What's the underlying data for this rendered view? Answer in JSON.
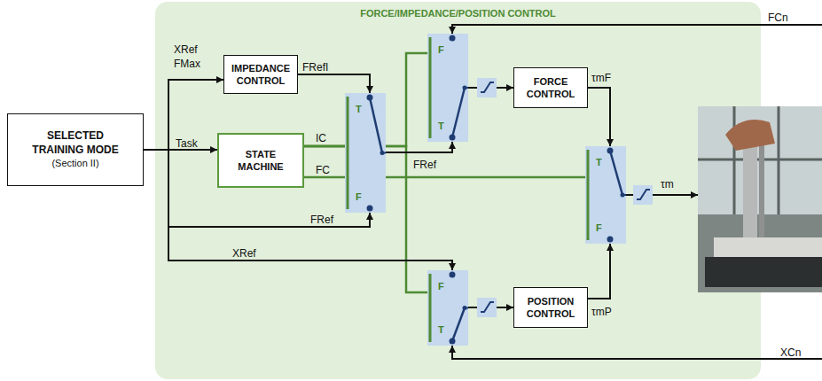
{
  "diagram": {
    "nodes": [
      {
        "text": [
          "FORCE/IMPEDANCE/POSITION CONTROL"
        ]
      },
      {
        "text": [
          "SELECTED TRAINING MODE",
          "(Section II)"
        ]
      },
      {
        "text": [
          "IMPEDANCE CONTROL"
        ],
        "in": 0
      },
      {
        "text": [
          "STATE MACHINE"
        ],
        "in": 0
      },
      {
        "text": [
          "FORCE CONTROL"
        ],
        "in": 0
      },
      {
        "text": [
          "POSITION CONTROL"
        ],
        "in": 0
      },
      {
        "text": [
          "T",
          "F"
        ],
        "in": 0
      },
      {
        "text": [
          "F",
          "T"
        ],
        "in": 0
      },
      {
        "text": [
          "T",
          "F"
        ],
        "in": 0
      },
      {
        "text": [
          "F",
          "T"
        ],
        "in": 0
      }
    ],
    "edges": [
      {
        "from": 1,
        "to": 2,
        "arrow": "to"
      },
      {
        "from": 1,
        "to": 3,
        "label": "Task",
        "arrow": "to"
      },
      {
        "from": 2,
        "to": 6,
        "label": "FRefI",
        "arrow": "to"
      },
      {
        "from": 1,
        "to": 6,
        "label": "FRef",
        "arrow": "to"
      },
      {
        "from": 3,
        "to": 6,
        "label": "IC",
        "arrow": "none"
      },
      {
        "from": 3,
        "to": 7,
        "arrow": "none"
      },
      {
        "from": 3,
        "to": 9,
        "arrow": "none"
      },
      {
        "from": 3,
        "to": 8,
        "label": "FC",
        "arrow": "none"
      },
      {
        "from": 6,
        "to": 7,
        "label": "FRef",
        "arrow": "to"
      },
      {
        "from": 7,
        "to": 4,
        "arrow": "to"
      },
      {
        "from": 4,
        "to": 8,
        "label": "τmF",
        "arrow": "to"
      },
      {
        "from": 5,
        "to": 8,
        "label": "τmP",
        "arrow": "to"
      },
      {
        "from": 1,
        "to": 9,
        "label": "XRef",
        "arrow": "to"
      },
      {
        "from": 9,
        "to": 5,
        "arrow": "to"
      }
    ],
    "labels": [
      "XRef",
      "FMax",
      "τm",
      "FCn",
      "XCn"
    ]
  }
}
